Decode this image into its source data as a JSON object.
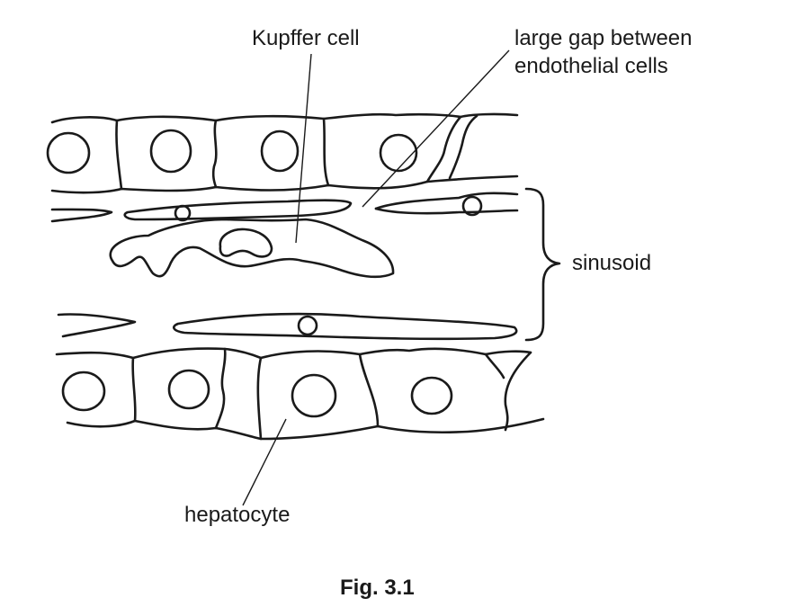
{
  "labels": {
    "kupffer": "Kupffer cell",
    "gap_line1": "large gap between",
    "gap_line2": "endothelial cells",
    "sinusoid": "sinusoid",
    "hepatocyte": "hepatocyte"
  },
  "caption": "Fig. 3.1"
}
